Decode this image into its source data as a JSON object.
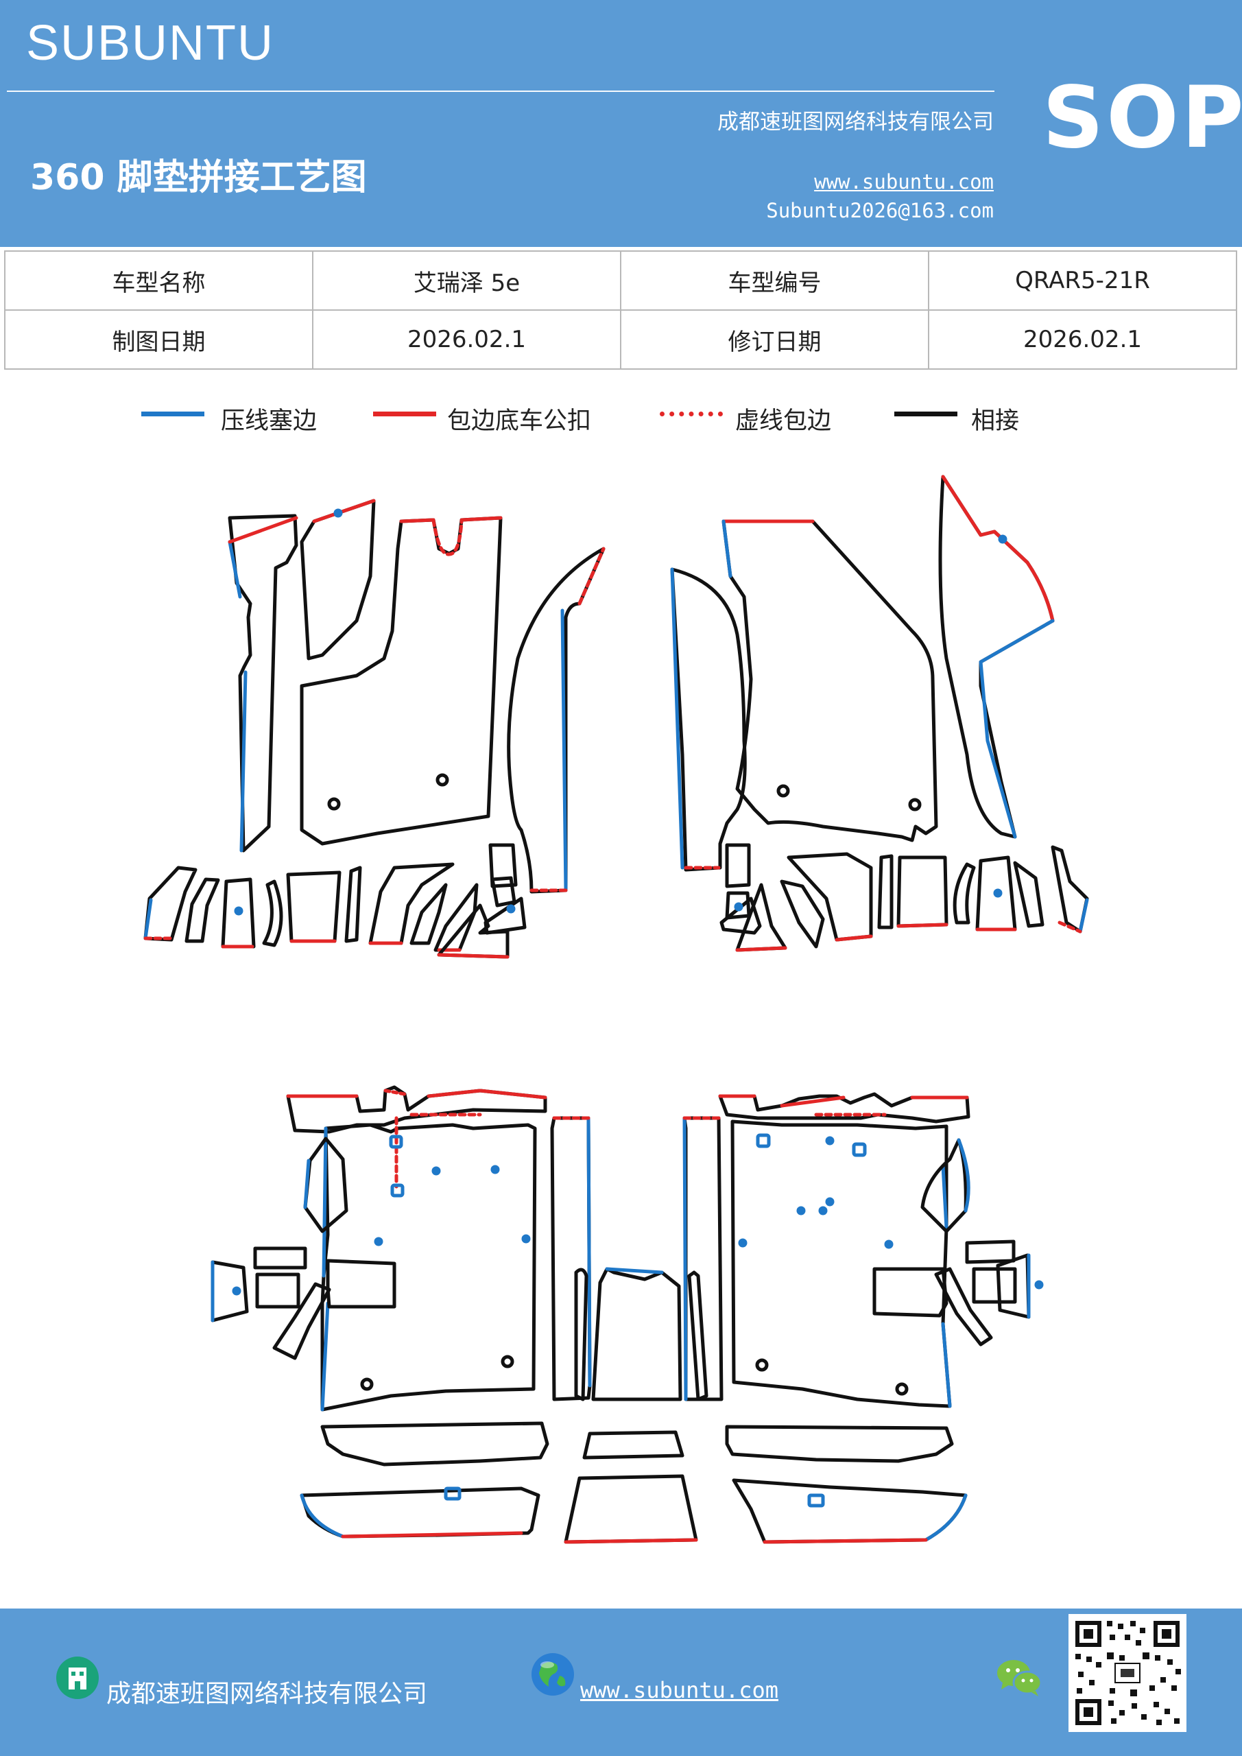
{
  "header": {
    "brand": "SUBUNTU",
    "company": "成都速班图网络科技有限公司",
    "title": "360 脚垫拼接工艺图",
    "website": "www.subuntu.com",
    "email": "Subuntu2026@163.com",
    "badge": "SOP"
  },
  "info_table": {
    "rows": [
      {
        "label1": "车型名称",
        "value1": "艾瑞泽 5e",
        "label2": "车型编号",
        "value2": "QRAR5-21R"
      },
      {
        "label1": "制图日期",
        "value1": "2026.02.1",
        "label2": "修订日期",
        "value2": "2026.02.1"
      }
    ]
  },
  "legend": [
    {
      "label": "压线塞边",
      "color": "#1f78c8",
      "style": "solid"
    },
    {
      "label": "包边底车公扣",
      "color": "#e32727",
      "style": "solid"
    },
    {
      "label": "虚线包边",
      "color": "#e32727",
      "style": "dashed"
    },
    {
      "label": "相接",
      "color": "#111111",
      "style": "solid"
    }
  ],
  "colors": {
    "header_bg": "#5b9bd5",
    "blue_edge": "#1f78c8",
    "red_edge": "#e32727",
    "black_edge": "#111111"
  },
  "footer": {
    "company": "成都速班图网络科技有限公司",
    "website": "www.subuntu.com",
    "icons": [
      "building-icon",
      "globe-icon",
      "wechat-icon",
      "qr-code"
    ]
  }
}
